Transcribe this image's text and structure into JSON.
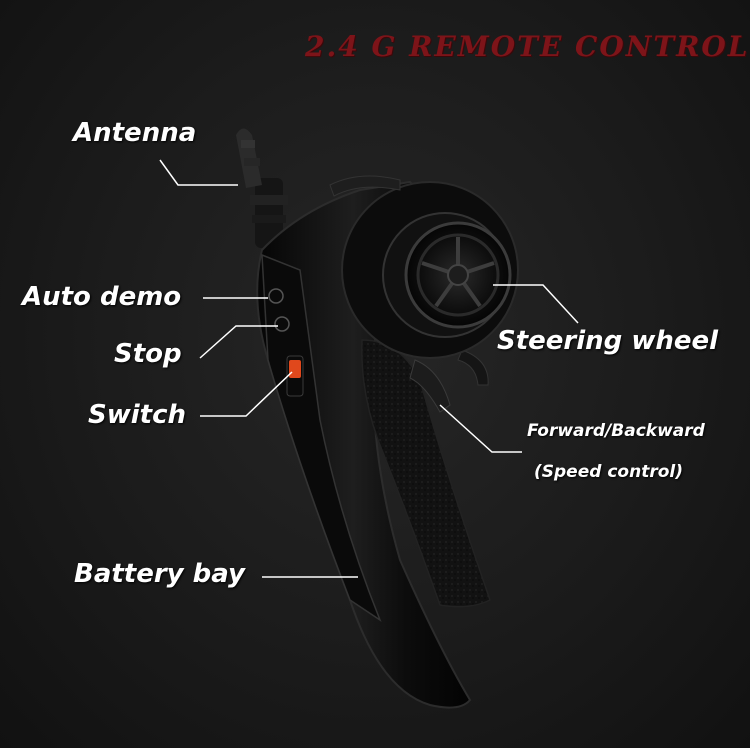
{
  "title": "2.4 G REMOTE CONTROL",
  "labels": {
    "antenna": "Antenna",
    "auto_demo": "Auto demo",
    "stop": "Stop",
    "switch": "Switch",
    "steering_wheel": "Steering wheel",
    "forward_backward": "Forward/Backward",
    "speed_control": "(Speed control)",
    "battery_bay": "Battery bay"
  },
  "colors": {
    "background": "#1b1b1b",
    "title": "#7d1419",
    "label_text": "#ffffff",
    "device_body": "#0d0d0d",
    "switch_accent": "#e0481c"
  }
}
